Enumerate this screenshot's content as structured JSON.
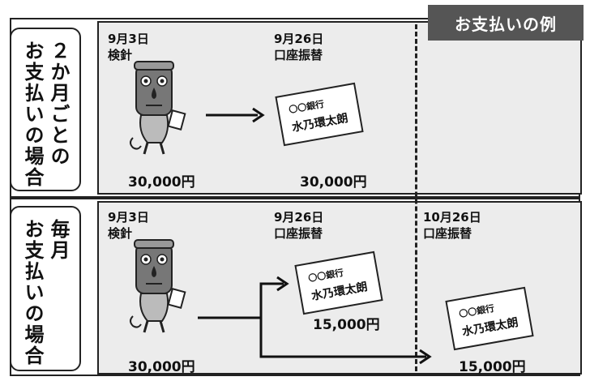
{
  "title": "お支払いの例",
  "rows": [
    {
      "label_lines": [
        "２か月ごとの",
        "お支払いの場合"
      ],
      "events": [
        {
          "date": "9月3日",
          "desc": "検針"
        },
        {
          "date": "9月26日",
          "desc": "口座振替"
        }
      ],
      "amounts": [
        "30,000円",
        "30,000円"
      ],
      "card": {
        "bank": "〇〇銀行",
        "name": "水乃環太朗"
      }
    },
    {
      "label_lines": [
        "毎月",
        "お支払いの場合"
      ],
      "events": [
        {
          "date": "9月3日",
          "desc": "検針"
        },
        {
          "date": "9月26日",
          "desc": "口座振替"
        },
        {
          "date": "10月26日",
          "desc": "口座振替"
        }
      ],
      "amounts": [
        "30,000円",
        "15,000円",
        "15,000円"
      ],
      "cards": [
        {
          "bank": "〇〇銀行",
          "name": "水乃環太朗"
        },
        {
          "bank": "〇〇銀行",
          "name": "水乃環太朗"
        }
      ]
    }
  ]
}
